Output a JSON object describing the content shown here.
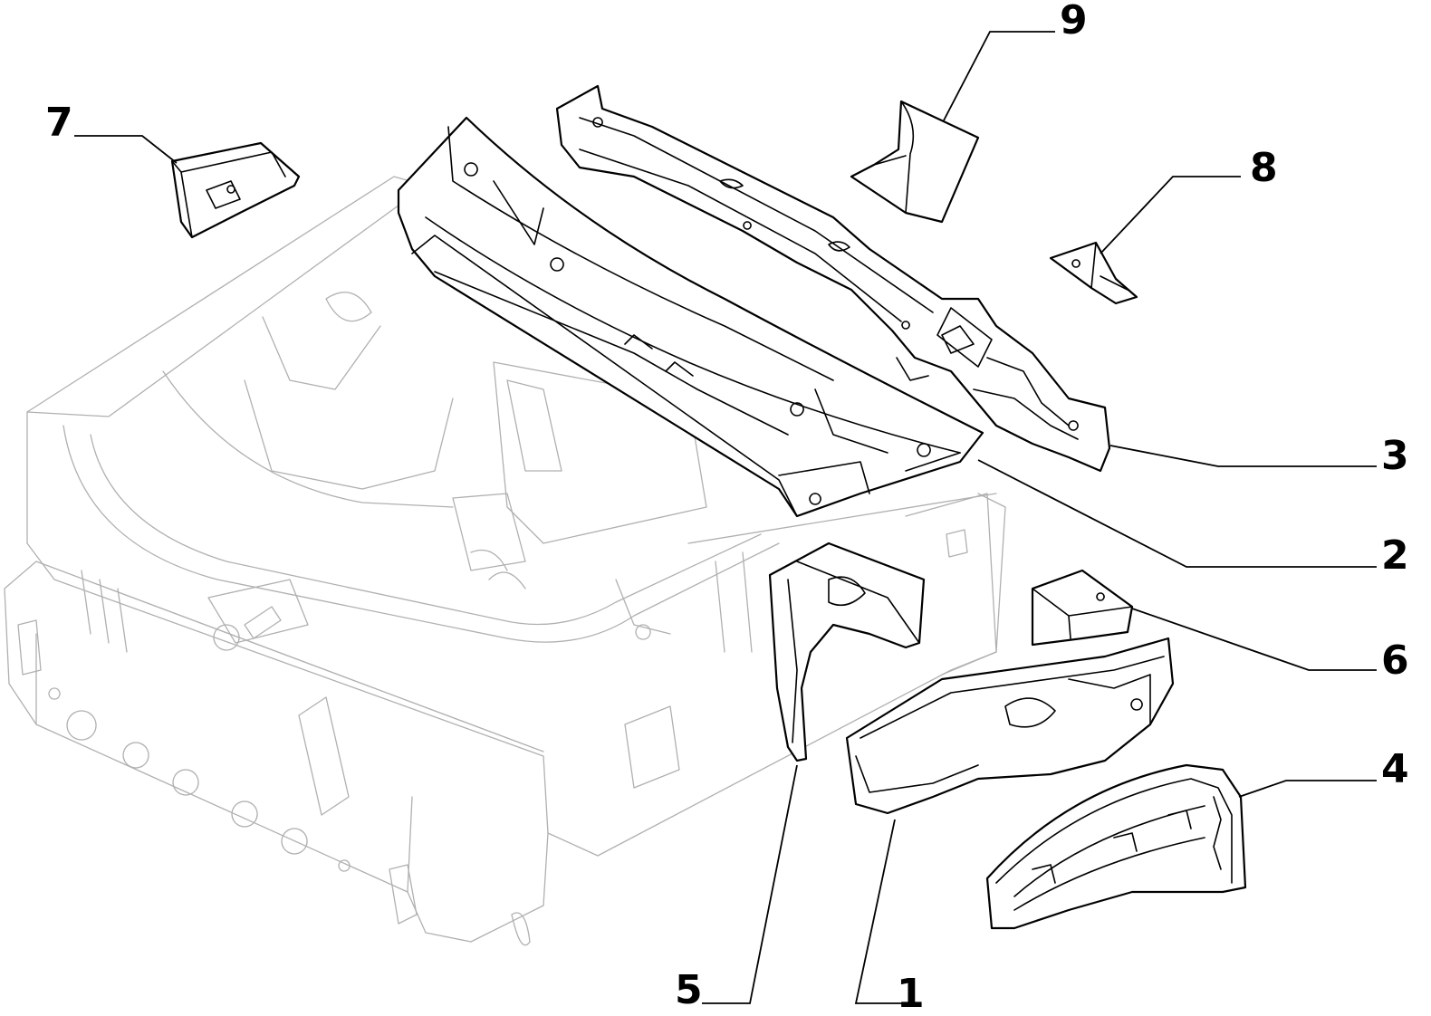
{
  "callouts": [
    {
      "id": "1",
      "label": "1"
    },
    {
      "id": "2",
      "label": "2"
    },
    {
      "id": "3",
      "label": "3"
    },
    {
      "id": "4",
      "label": "4"
    },
    {
      "id": "5",
      "label": "5"
    },
    {
      "id": "6",
      "label": "6"
    },
    {
      "id": "7",
      "label": "7"
    },
    {
      "id": "8",
      "label": "8"
    },
    {
      "id": "9",
      "label": "9"
    }
  ],
  "colors": {
    "part_stroke": "#000000",
    "ghost_body_stroke": "#b0b0b0",
    "background": "#ffffff"
  }
}
